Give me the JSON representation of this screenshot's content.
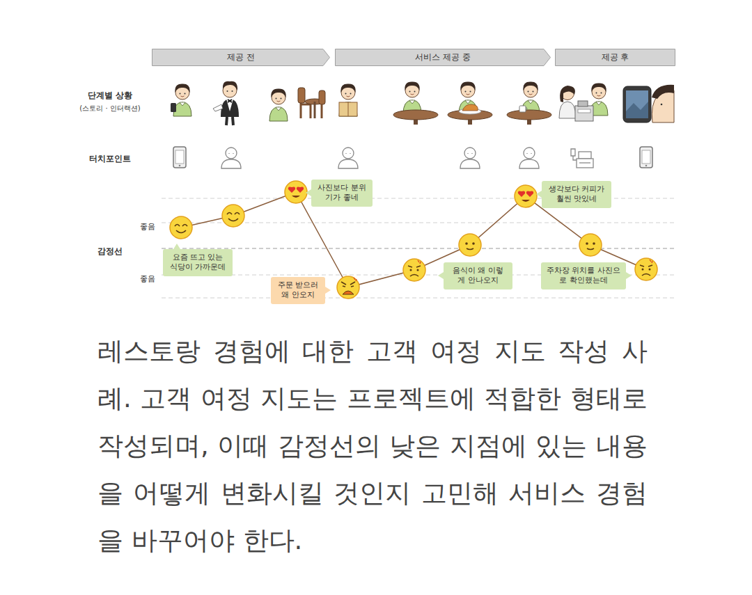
{
  "diagram": {
    "caption": "레스토랑 경험에 대한 고객 여정 지도 작성 사례. 고객 여정 지도는 프로젝트에 적합한 형태로 작성되며, 이때 감정선의 낮은 지점에 있는 내용을 어떻게 변화시킬 것인지 고민해 서비스 경험을 바꾸어야 한다.",
    "nodes": [
      {
        "text": [
          "제공 전"
        ]
      },
      {
        "text": [
          "서비스 제공 중"
        ]
      },
      {
        "text": [
          "제공 후"
        ]
      },
      {
        "text": [
          "요즘 뜨고 있는 식당이 가까운데"
        ]
      },
      {
        "text": [
          "사진보다 분위기가 좋네"
        ]
      },
      {
        "text": [
          "주문 받으러 왜 안오지"
        ]
      },
      {
        "text": [
          "음식이 왜 이렇게 안나오지"
        ]
      },
      {
        "text": [
          "생각보다 커피가 훨씬 맛있네"
        ]
      },
      {
        "text": [
          "주차장 위치를 사진으로 확인했는데"
        ]
      }
    ],
    "labels": [
      "단계별 상황",
      "(스토리 · 인터랙션)",
      "터치포인트",
      "감정선",
      "좋음",
      "좋음"
    ]
  }
}
